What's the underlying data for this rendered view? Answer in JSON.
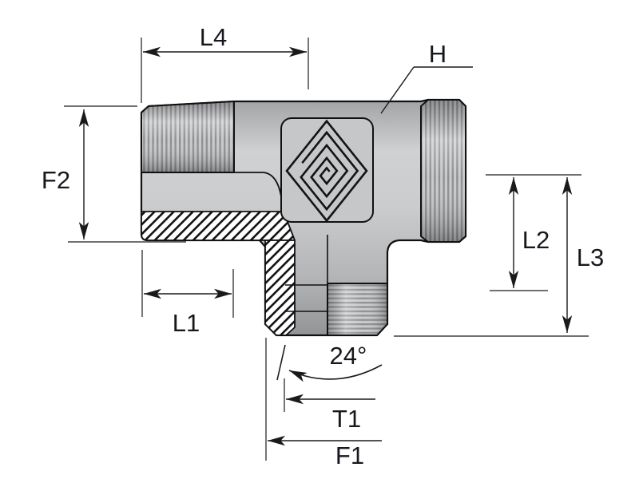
{
  "drawing": {
    "description": "tee-fitting-dimension-drawing",
    "labels": {
      "l4": "L4",
      "h": "H",
      "f2": "F2",
      "l1": "L1",
      "l2": "L2",
      "l3": "L3",
      "angle": "24°",
      "t1": "T1",
      "f1": "F1"
    },
    "logo_icon": "diamond-spiral-logo-icon",
    "colors": {
      "background": "#ffffff",
      "body_gray": "#c6c7c9",
      "body_dark": "#97989a",
      "thread_dark": "#8e8f91",
      "thread_light": "#d2d3d5",
      "outline": "#111111",
      "dimension": "#1a1a1a",
      "hatch_bg": "#ffffff",
      "hatch_line": "#111111"
    }
  }
}
